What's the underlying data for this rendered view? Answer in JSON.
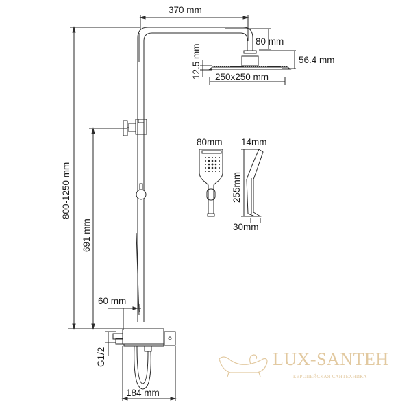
{
  "diagram": {
    "type": "technical-drawing",
    "subject": "shower system with overhead rain shower, hand shower and thermostatic mixer",
    "dimensions": {
      "arm_length": "370 mm",
      "head_drop": "80 mm",
      "head_height": "56.4 mm",
      "head_thickness": "12.5 mm",
      "head_size": "250x250 mm",
      "total_height": "800-1250 mm",
      "holder_height": "691 mm",
      "wall_offset": "60 mm",
      "inlet_thread": "G1/2",
      "mixer_width": "184 mm"
    },
    "hand_shower": {
      "width": "80mm",
      "thickness_top": "14mm",
      "length": "255mm",
      "handle_width": "30mm"
    }
  },
  "watermark": {
    "brand": "LUX-SANTEH",
    "tagline": "ЕВРОПЕЙСКАЯ САНТЕХНИКА",
    "color": "#e2c9a0"
  },
  "colors": {
    "line": "#2a2a2a",
    "background": "#ffffff"
  }
}
